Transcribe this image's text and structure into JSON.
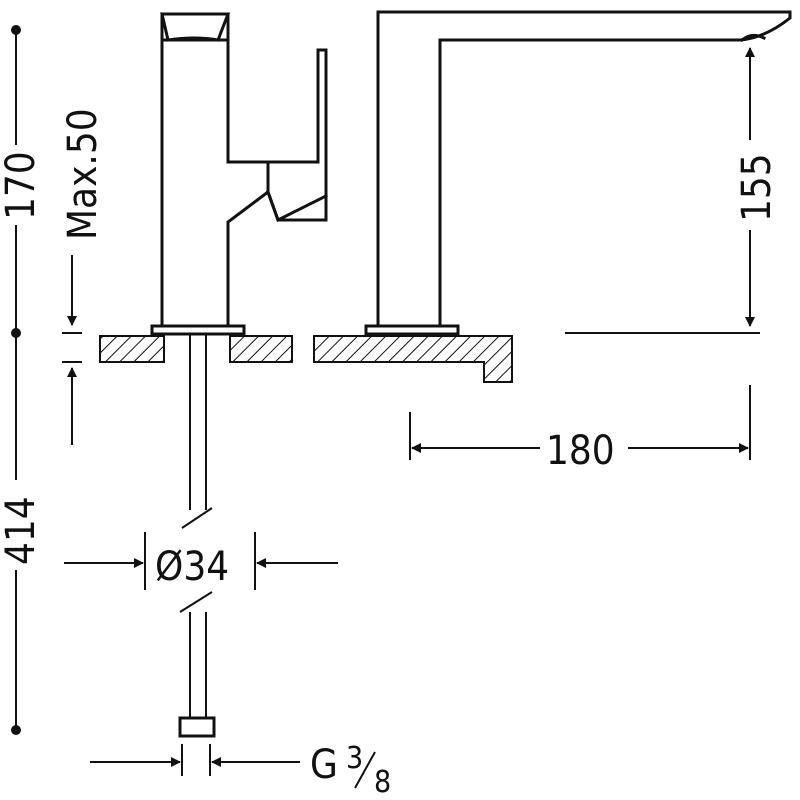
{
  "dimensions": {
    "overall_height": "170",
    "max_deck": "Max.50",
    "hose_length": "414",
    "spout_height": "155",
    "spout_reach": "180",
    "hole_diameter": "Ø34",
    "thread_prefix": "G",
    "thread_num": "3",
    "thread_den": "8"
  }
}
